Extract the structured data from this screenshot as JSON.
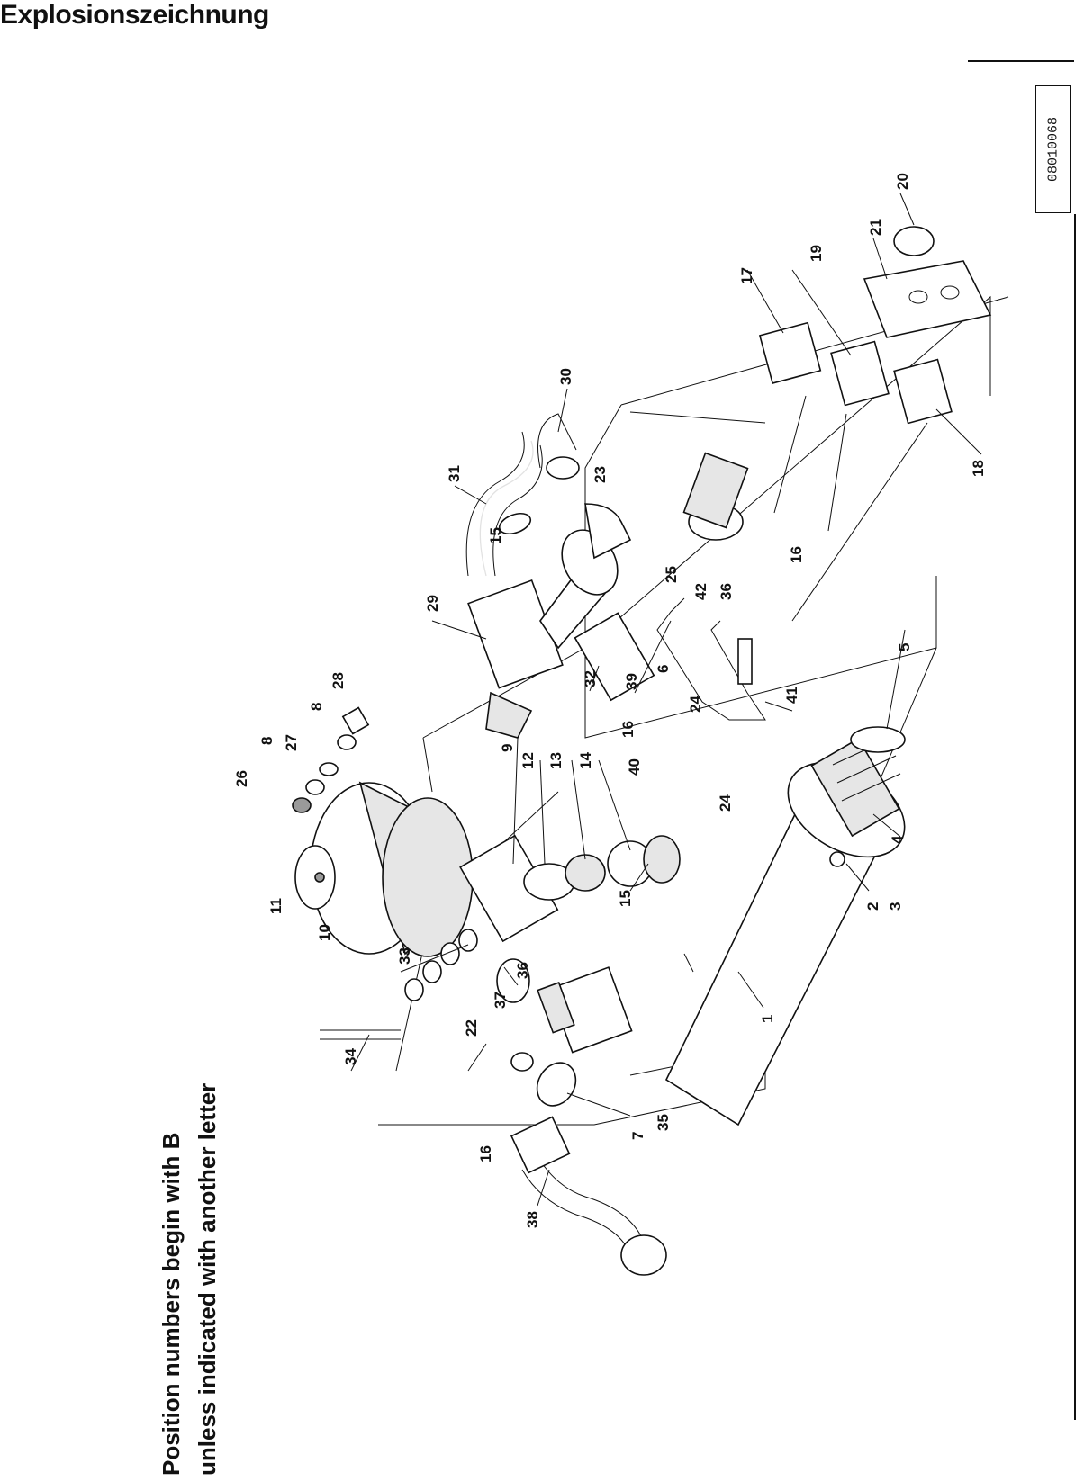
{
  "title": "Explosionszeichnung",
  "note": {
    "line1": "Position numbers begin with B",
    "line2": "unless indicated with another letter"
  },
  "doc_number": "08010068",
  "callouts": [
    "1",
    "2",
    "3",
    "4",
    "5",
    "6",
    "7",
    "8",
    "8",
    "9",
    "10",
    "11",
    "12",
    "13",
    "14",
    "15",
    "15",
    "16",
    "16",
    "16",
    "17",
    "18",
    "19",
    "20",
    "21",
    "22",
    "23",
    "24",
    "24",
    "25",
    "26",
    "27",
    "28",
    "29",
    "30",
    "31",
    "32",
    "33",
    "34",
    "35",
    "36",
    "36",
    "37",
    "38",
    "39",
    "40",
    "41",
    "42"
  ]
}
